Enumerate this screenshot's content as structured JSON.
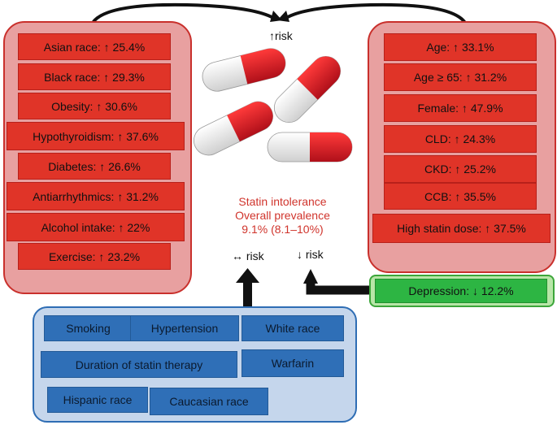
{
  "top_label": "↑risk",
  "neutral_label": "↔ risk",
  "decrease_label": "↓ risk",
  "center": {
    "line1": "Statin intolerance",
    "line2": "Overall prevalence",
    "line3": "9.1% (8.1–10%)"
  },
  "left_factors": [
    "Asian race: ↑ 25.4%",
    "Black race: ↑ 29.3%",
    "Obesity: ↑ 30.6%",
    "Hypothyroidism: ↑ 37.6%",
    "Diabetes: ↑ 26.6%",
    "Antiarrhythmics: ↑ 31.2%",
    "Alcohol intake: ↑ 22%",
    "Exercise: ↑ 23.2%"
  ],
  "right_factors": [
    "Age: ↑ 33.1%",
    "Age ≥ 65: ↑ 31.2%",
    "Female: ↑ 47.9%",
    "CLD: ↑ 24.3%",
    "CKD: ↑ 25.2%",
    "CCB: ↑ 35.5%",
    "High statin dose: ↑ 37.5%"
  ],
  "decrease_factor": "Depression: ↓ 12.2%",
  "neutral_factors": [
    "Smoking",
    "Hypertension",
    "White race",
    "Duration of statin therapy",
    "Warfarin",
    "Hispanic race",
    "Caucasian race"
  ],
  "colors": {
    "increase": "#e03428",
    "increase_panel": "#e8a0a0",
    "neutral": "#2f6fb7",
    "neutral_panel": "#c5d6ec",
    "decrease": "#2db543",
    "decrease_panel": "#b8e6a8",
    "center_text": "#d0342c"
  },
  "icons": [
    "pill-icon",
    "curved-arrow-icon",
    "up-arrow-icon",
    "elbow-arrow-icon"
  ]
}
